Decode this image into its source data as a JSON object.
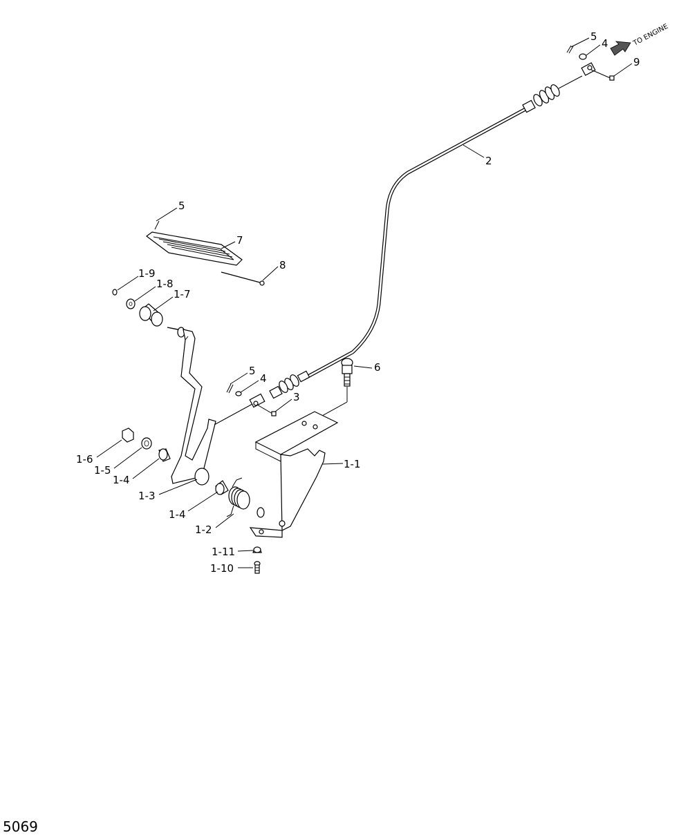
{
  "labels": {
    "l5_top": "5",
    "l4_top": "4",
    "l9": "9",
    "l2": "2",
    "l5_pedal": "5",
    "l7": "7",
    "l8": "8",
    "l1_9": "1-9",
    "l1_8": "1-8",
    "l1_7": "1-7",
    "l5_mid": "5",
    "l4_mid": "4",
    "l3": "3",
    "l6": "6",
    "l1_1": "1-1",
    "l1_6": "1-6",
    "l1_5": "1-5",
    "l1_4a": "1-4",
    "l1_3": "1-3",
    "l1_4b": "1-4",
    "l1_2": "1-2",
    "l1_11": "1-11",
    "l1_10": "1-10"
  },
  "direction_note": "TO ENGINE",
  "figure_number": "5069"
}
